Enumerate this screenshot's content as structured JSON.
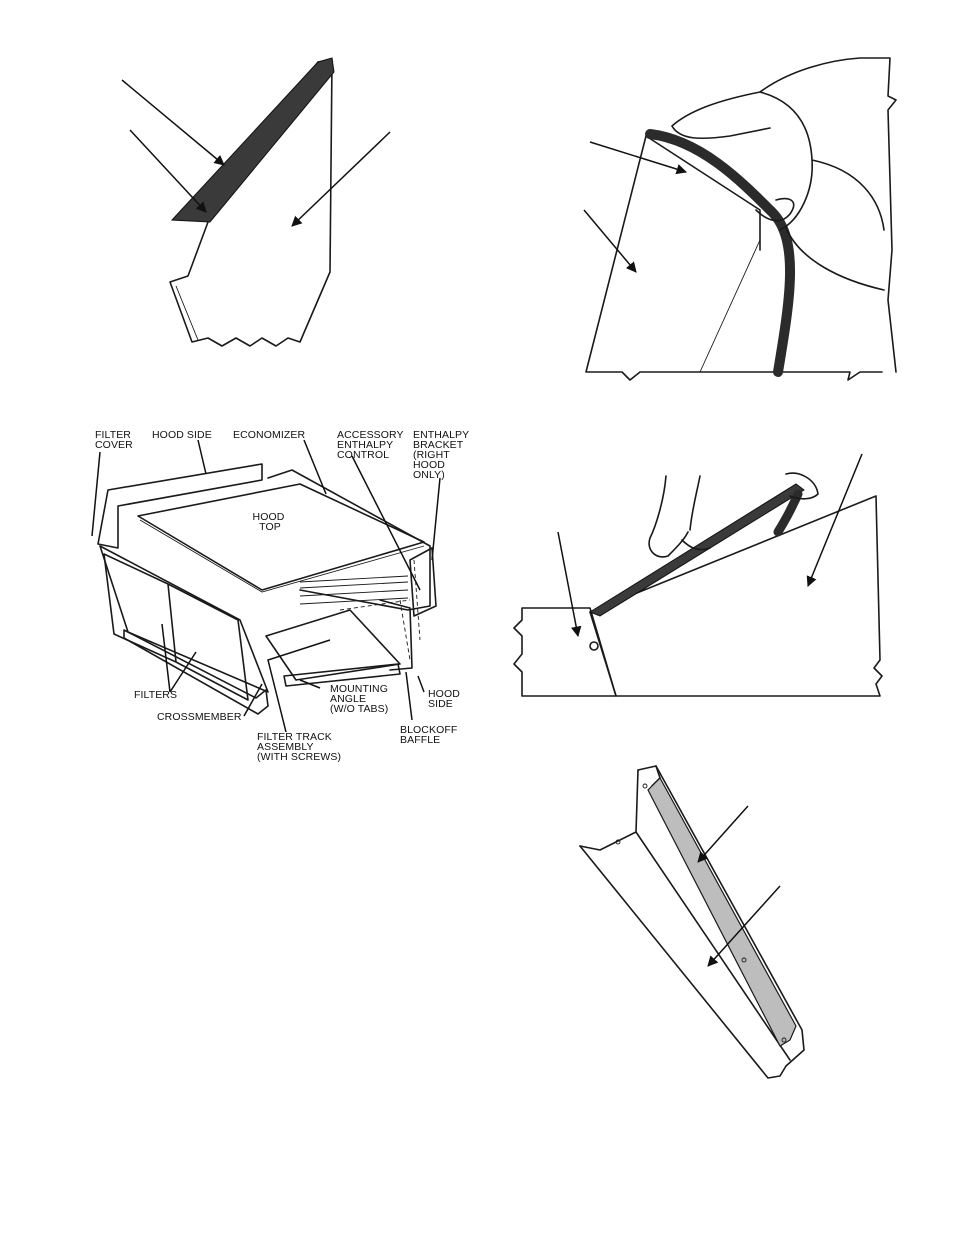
{
  "callouts": {
    "filter_cover": [
      "FILTER",
      "COVER"
    ],
    "hood_side_top": [
      "HOOD SIDE"
    ],
    "economizer": [
      "ECONOMIZER"
    ],
    "accessory_enthalpy_control": [
      "ACCESSORY",
      "ENTHALPY",
      "CONTROL"
    ],
    "enthalpy_bracket": [
      "ENTHALPY",
      "BRACKET",
      "(RIGHT",
      "HOOD",
      "ONLY)"
    ],
    "hood_top": [
      "HOOD",
      "TOP"
    ],
    "filters": [
      "FILTERS"
    ],
    "crossmember": [
      "CROSSMEMBER"
    ],
    "mounting_angle": [
      "MOUNTING",
      "ANGLE",
      "(W/O TABS)"
    ],
    "filter_track_assembly": [
      "FILTER TRACK",
      "ASSEMBLY",
      "(WITH SCREWS)"
    ],
    "blockoff_baffle": [
      "BLOCKOFF",
      "BAFFLE"
    ],
    "hood_side_bottom": [
      "HOOD",
      "SIDE"
    ]
  },
  "colors": {
    "ink": "#1a1a1a",
    "gasket": "#3a3a3a",
    "panel_shade": "#bdbdbd",
    "paper": "#ffffff"
  }
}
